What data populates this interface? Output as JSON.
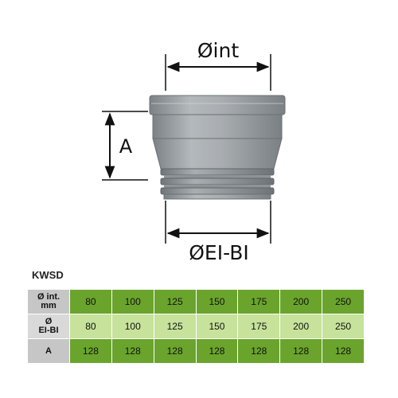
{
  "diagram": {
    "label_top": "Øint",
    "label_bottom": "ØEI-BI",
    "label_height": "A"
  },
  "product_code": "KWSD",
  "table": {
    "rows": [
      {
        "header_line1": "Ø int.",
        "header_line2": "mm",
        "values": [
          "80",
          "100",
          "125",
          "150",
          "175",
          "200",
          "250"
        ]
      },
      {
        "header_line1": "Ø",
        "header_line2": "EI-BI",
        "values": [
          "80",
          "100",
          "125",
          "150",
          "175",
          "200",
          "250"
        ]
      },
      {
        "header_line1": "A",
        "header_line2": "",
        "values": [
          "128",
          "128",
          "128",
          "128",
          "128",
          "128",
          "128"
        ]
      }
    ]
  },
  "colors": {
    "green_dark": "#6aa42c",
    "green_light": "#c6e29b",
    "header_grey": "#c6c6c6",
    "part_grey": "#9ea3a6"
  }
}
